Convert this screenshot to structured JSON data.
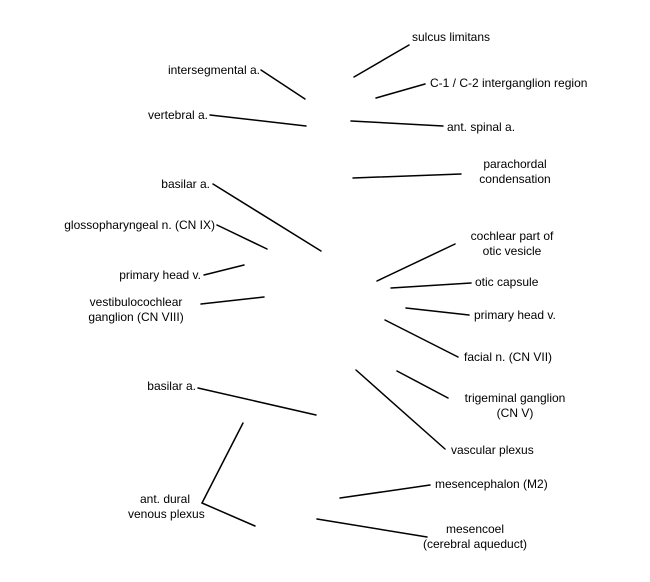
{
  "labels": {
    "sulcus_limitans": "sulcus limitans",
    "intersegmental_a": "intersegmental a.",
    "c1_c2_interganglion": "C-1 / C-2 interganglion region",
    "vertebral_a": "vertebral a.",
    "ant_spinal_a": "ant. spinal a.",
    "parachordal_condensation": [
      "parachordal",
      "condensation"
    ],
    "basilar_a_upper": "basilar a.",
    "glossopharyngeal_n": "glossopharyngeal n. (CN IX)",
    "cochlear_part_otic_vesicle": [
      "cochlear part of",
      "otic vesicle"
    ],
    "primary_head_v_left": "primary head v.",
    "otic_capsule": "otic capsule",
    "vestibulocochlear_ganglion": [
      "vestibulocochlear",
      "ganglion (CN VIII)"
    ],
    "primary_head_v_right": "primary head v.",
    "facial_n": "facial n. (CN VII)",
    "basilar_a_lower": "basilar a.",
    "trigeminal_ganglion": [
      "trigeminal ganglion",
      "(CN V)"
    ],
    "vascular_plexus": "vascular plexus",
    "mesencephalon": "mesencephalon (M2)",
    "ant_dural_venous_plexus": [
      "ant. dural",
      "venous plexus"
    ],
    "mesencoel": [
      "mesencoel",
      "(cerebral aqueduct)"
    ]
  },
  "colors": {
    "line": "#000000",
    "text": "#000000",
    "background": "#ffffff"
  }
}
